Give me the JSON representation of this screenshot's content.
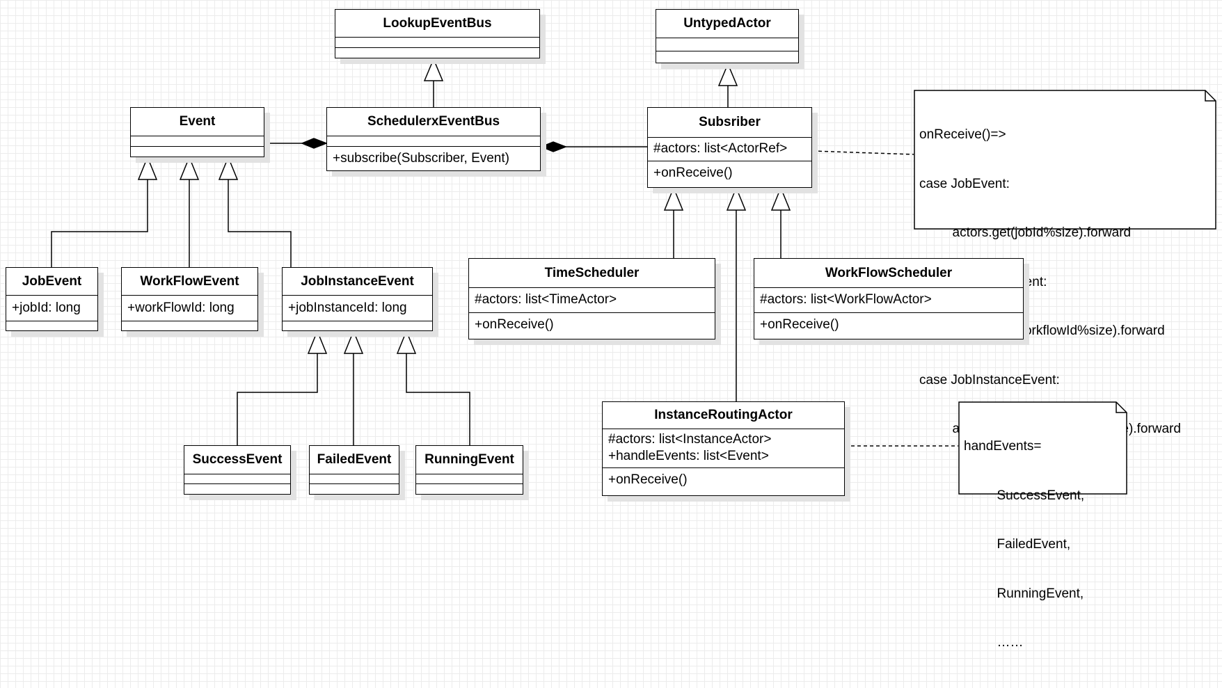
{
  "classes": {
    "lookup_event_bus": {
      "name": "LookupEventBus"
    },
    "untyped_actor": {
      "name": "UntypedActor"
    },
    "event": {
      "name": "Event"
    },
    "schedulerx_event_bus": {
      "name": "SchedulerxEventBus",
      "methods": [
        "+subscribe(Subscriber, Event)"
      ]
    },
    "subsriber": {
      "name": "Subsriber",
      "attributes": [
        "#actors: list<ActorRef>"
      ],
      "methods": [
        "+onReceive()"
      ]
    },
    "job_event": {
      "name": "JobEvent",
      "attributes": [
        "+jobId: long"
      ]
    },
    "workflow_event": {
      "name": "WorkFlowEvent",
      "attributes": [
        "+workFlowId: long"
      ]
    },
    "job_instance_event": {
      "name": "JobInstanceEvent",
      "attributes": [
        "+jobInstanceId: long"
      ]
    },
    "time_scheduler": {
      "name": "TimeScheduler",
      "attributes": [
        "#actors: list<TimeActor>"
      ],
      "methods": [
        "+onReceive()"
      ]
    },
    "workflow_scheduler": {
      "name": "WorkFlowScheduler",
      "attributes": [
        "#actors: list<WorkFlowActor>"
      ],
      "methods": [
        "+onReceive()"
      ]
    },
    "instance_routing_actor": {
      "name": "InstanceRoutingActor",
      "attributes": [
        "#actors: list<InstanceActor>",
        "+handleEvents: list<Event>"
      ],
      "methods": [
        "+onReceive()"
      ]
    },
    "success_event": {
      "name": "SuccessEvent"
    },
    "failed_event": {
      "name": "FailedEvent"
    },
    "running_event": {
      "name": "RunningEvent"
    }
  },
  "notes": {
    "on_receive_note": {
      "lines": [
        "onReceive()=>",
        "case JobEvent:",
        "         actors.get(jobId%size).forward",
        "case WorkFlowEvent:",
        "         actors.get(workflowId%size).forward",
        "case JobInstanceEvent:",
        "         actors.get(jobInstanceId%size).forward"
      ]
    },
    "handle_events_note": {
      "lines": [
        "handEvents=",
        "         SuccessEvent,",
        "         FailedEvent,",
        "         RunningEvent,",
        "         ……"
      ]
    }
  },
  "colors": {
    "stroke": "#000000",
    "shadow": "#e2e2e2",
    "grid": "#ececec"
  }
}
